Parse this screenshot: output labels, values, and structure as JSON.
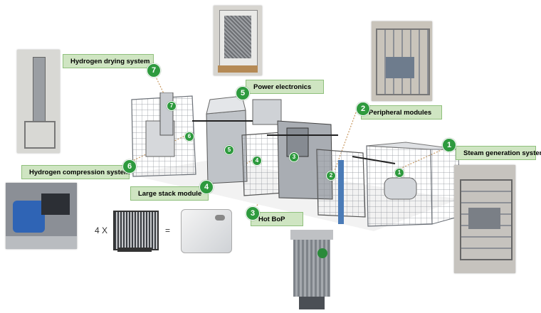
{
  "modules": [
    {
      "number": "1",
      "label": "Steam generation system"
    },
    {
      "number": "2",
      "label": "Peripheral modules"
    },
    {
      "number": "3",
      "label": "Hot BoP"
    },
    {
      "number": "4",
      "label": "Large stack module"
    },
    {
      "number": "5",
      "label": "Power electronics"
    },
    {
      "number": "6",
      "label": "Hydrogen compression system"
    },
    {
      "number": "7",
      "label": "Hydrogen drying system"
    }
  ],
  "stack_equation": {
    "multiplier": "4 X",
    "equals": "="
  },
  "colors": {
    "label_fill": "#cfe5c2",
    "label_border": "#8fc07c",
    "badge": "#2e9a3e",
    "leader": "#c89860"
  }
}
